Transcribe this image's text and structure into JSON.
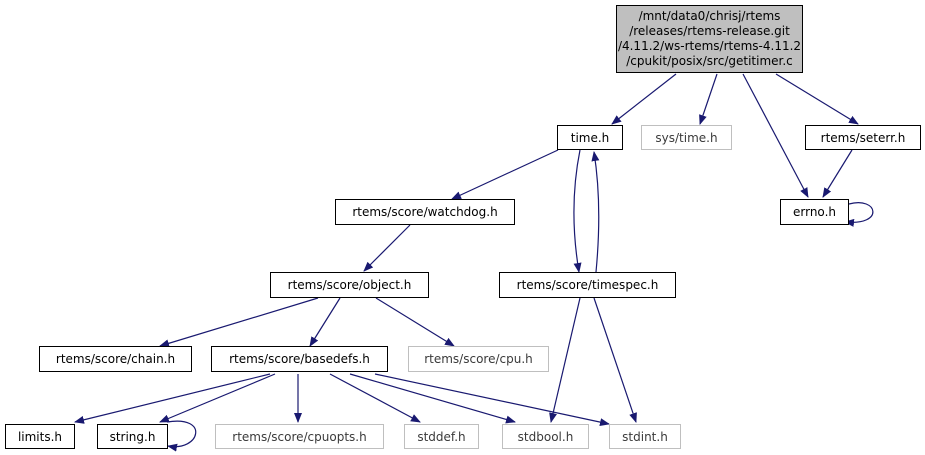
{
  "root": {
    "lines": [
      "/mnt/data0/chrisj/rtems",
      "/releases/rtems-release.git",
      "/4.11.2/ws-rtems/rtems-4.11.2",
      "/cpukit/posix/src/getitimer.c"
    ]
  },
  "nodes": {
    "time_h": "time.h",
    "sys_time_h": "sys/time.h",
    "seterr_h": "rtems/seterr.h",
    "errno_h": "errno.h",
    "watchdog_h": "rtems/score/watchdog.h",
    "object_h": "rtems/score/object.h",
    "timespec_h": "rtems/score/timespec.h",
    "chain_h": "rtems/score/chain.h",
    "basedefs_h": "rtems/score/basedefs.h",
    "cpu_h": "rtems/score/cpu.h",
    "limits_h": "limits.h",
    "string_h": "string.h",
    "cpuopts_h": "rtems/score/cpuopts.h",
    "stddef_h": "stddef.h",
    "stdbool_h": "stdbool.h",
    "stdint_h": "stdint.h"
  },
  "colors": {
    "edge": "#191970",
    "node_border": "#000000",
    "missing_border": "#bfbfbf",
    "root_fill": "#bfbfbf"
  }
}
